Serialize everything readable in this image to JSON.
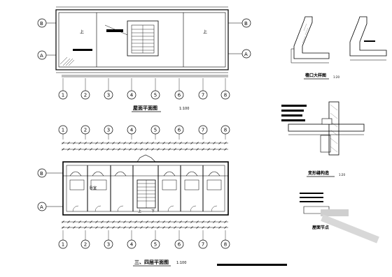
{
  "sheet": {
    "grid_numbers": [
      "1",
      "2",
      "3",
      "4",
      "5",
      "6",
      "7",
      "8"
    ],
    "grid_letters": [
      "A",
      "B"
    ],
    "roof_plan": {
      "title": "屋面平面图",
      "scale": "1:100",
      "label_up": "上"
    },
    "typical_floor_plan": {
      "title": "三、四层平面图",
      "scale": "1:100",
      "stair_labels": [
        "上",
        "下"
      ],
      "room_label": "卧室"
    },
    "eave_detail": {
      "title": "檐口大样图",
      "scale": "1:20"
    },
    "wall_node_detail": {
      "title": "变形缝构造",
      "scale": "1:20"
    },
    "roof_node_detail": {
      "title": "屋面节点"
    }
  }
}
